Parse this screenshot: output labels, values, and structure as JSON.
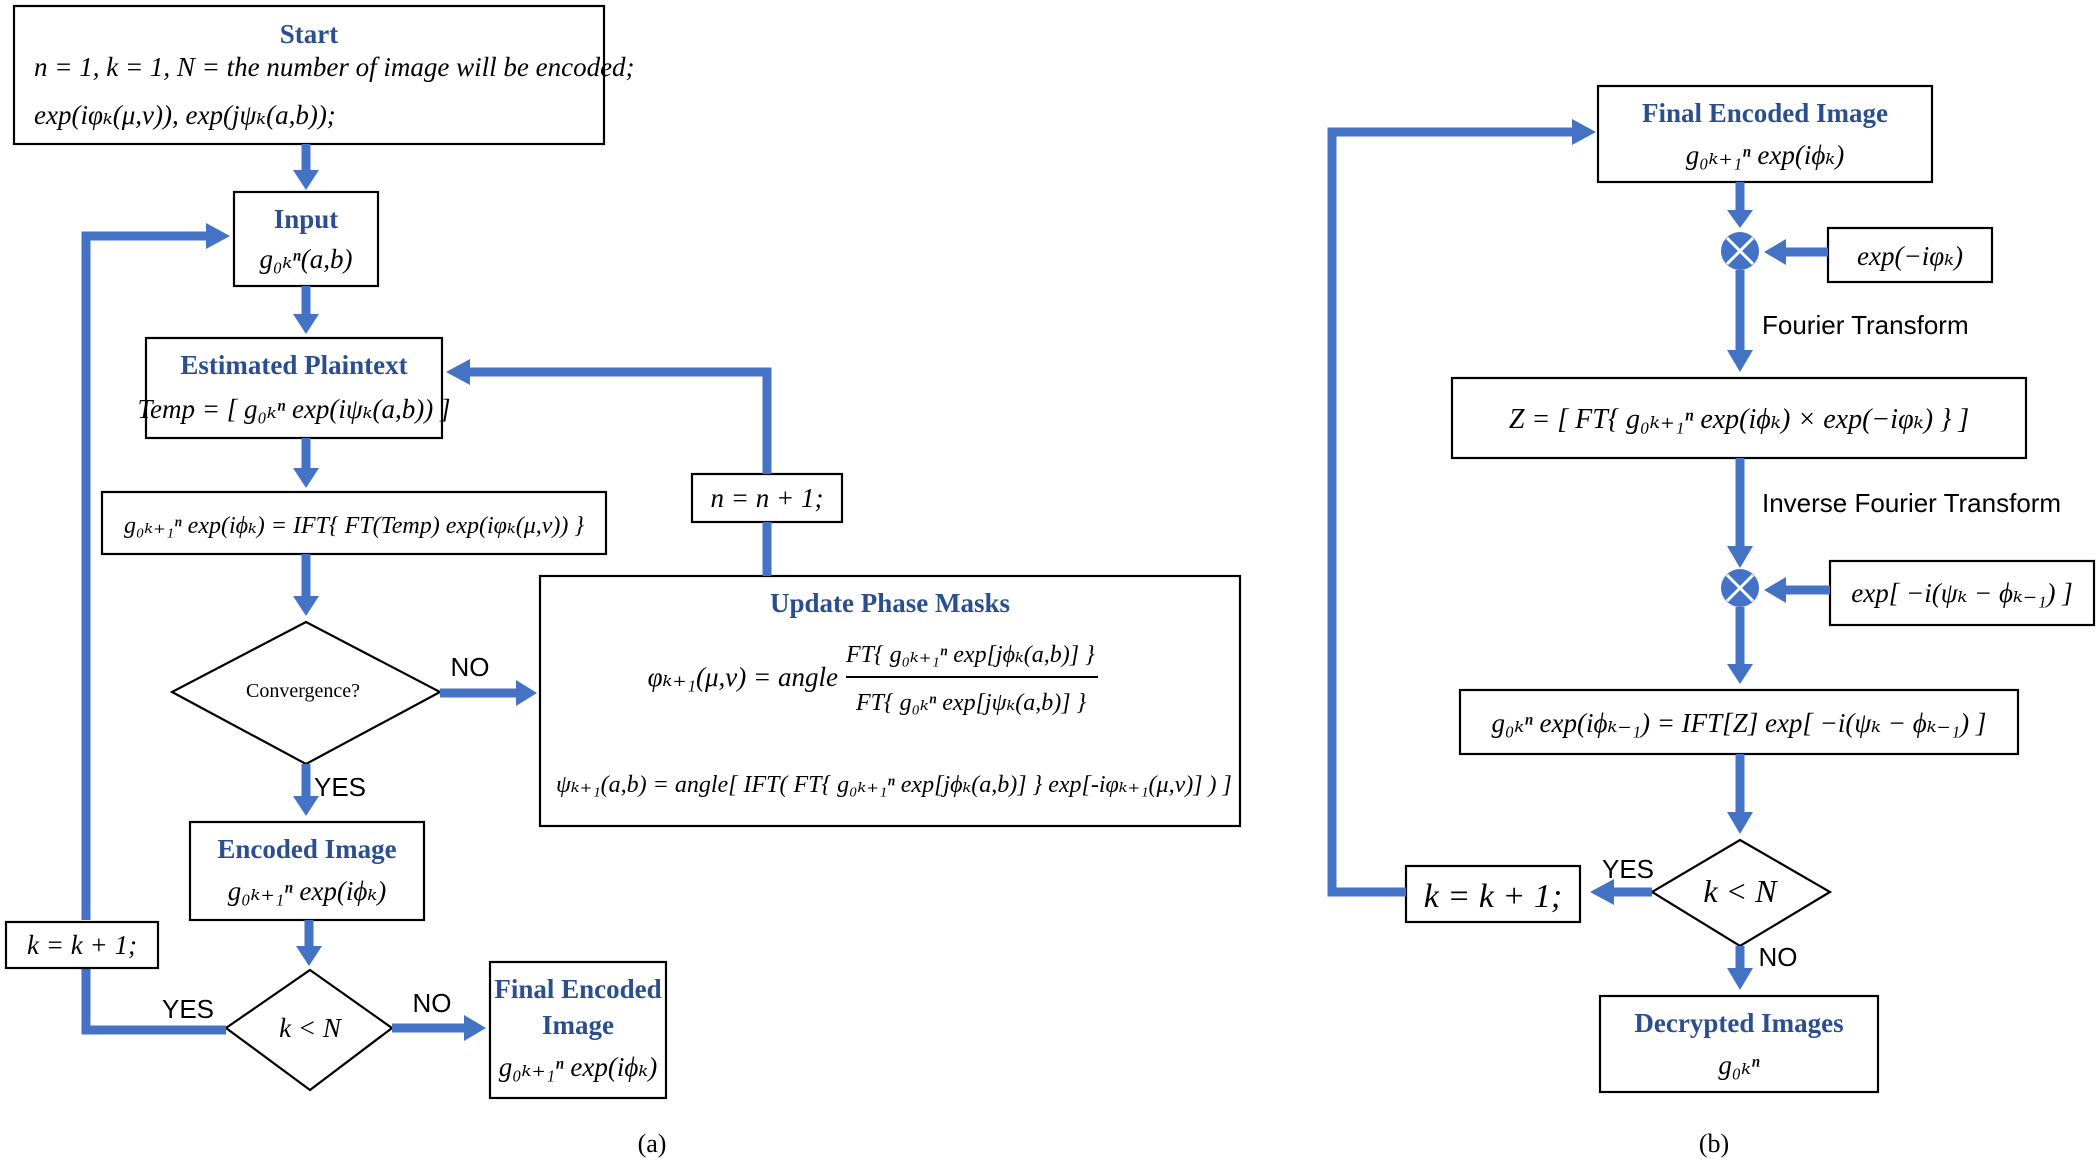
{
  "panel_a": {
    "start_box": {
      "title": "Start",
      "line1": "n = 1,  k = 1,  N = the number of image will be encoded;",
      "line2": "exp(iφₖ(μ,ν)),  exp(jψₖ(a,b));"
    },
    "input_box": {
      "title": "Input",
      "formula": "g₀ₖⁿ(a,b)"
    },
    "estimated_box": {
      "title": "Estimated Plaintext",
      "formula": "Temp = [ g₀ₖⁿ exp(iψₖ(a,b)) ]"
    },
    "ift_box": {
      "formula": "g₀ₖ₊₁ⁿ exp(iϕₖ) = IFT{ FT(Temp) exp(iφₖ(μ,ν)) }"
    },
    "convergence_diamond": {
      "label": "Convergence?"
    },
    "update_box": {
      "title": "Update Phase Masks",
      "phi_lhs": "φₖ₊₁(μ,ν) = angle",
      "phi_num": "FT{ g₀ₖ₊₁ⁿ exp[jϕₖ(a,b)] }",
      "phi_den": "FT{ g₀ₖⁿ exp[jψₖ(a,b)] }",
      "psi_line": "ψₖ₊₁(a,b) = angle[ IFT( FT{ g₀ₖ₊₁ⁿ exp[jϕₖ(a,b)] } exp[-iφₖ₊₁(μ,ν)] ) ]"
    },
    "n_update": "n = n + 1;",
    "k_update": "k = k + 1;",
    "encoded_box": {
      "title": "Encoded Image",
      "formula": "g₀ₖ₊₁ⁿ exp(iϕₖ)"
    },
    "k_diamond": {
      "label": "k < N"
    },
    "final_box": {
      "title1": "Final Encoded",
      "title2": "Image",
      "formula": "g₀ₖ₊₁ⁿ exp(iϕₖ)"
    },
    "labels": {
      "no_convergence": "NO",
      "yes_convergence": "YES",
      "yes_k": "YES",
      "no_k": "NO"
    },
    "caption": "(a)"
  },
  "panel_b": {
    "final_box": {
      "title": "Final Encoded Image",
      "formula": "g₀ₖ₊₁ⁿ exp(iϕₖ)"
    },
    "mask1": "exp(−iφₖ)",
    "fourier_label": "Fourier Transform",
    "z_box": "Z = [ FT{ g₀ₖ₊₁ⁿ exp(iϕₖ) × exp(−iφₖ) } ]",
    "inverse_label": "Inverse Fourier Transform",
    "mask2": "exp[ −i(ψₖ − ϕₖ₋₁) ]",
    "ift_box": "g₀ₖⁿ exp(iϕₖ₋₁) = IFT[Z] exp[ −i(ψₖ − ϕₖ₋₁) ]",
    "k_update": "k = k + 1;",
    "k_diamond": "k < N",
    "decrypted_box": {
      "title": "Decrypted Images",
      "formula": "g₀ₖⁿ"
    },
    "labels": {
      "yes": "YES",
      "no": "NO"
    },
    "caption": "(b)"
  },
  "colors": {
    "arrow": "#4472c4",
    "title_text": "#2b4f8e",
    "box_border": "#000000"
  }
}
